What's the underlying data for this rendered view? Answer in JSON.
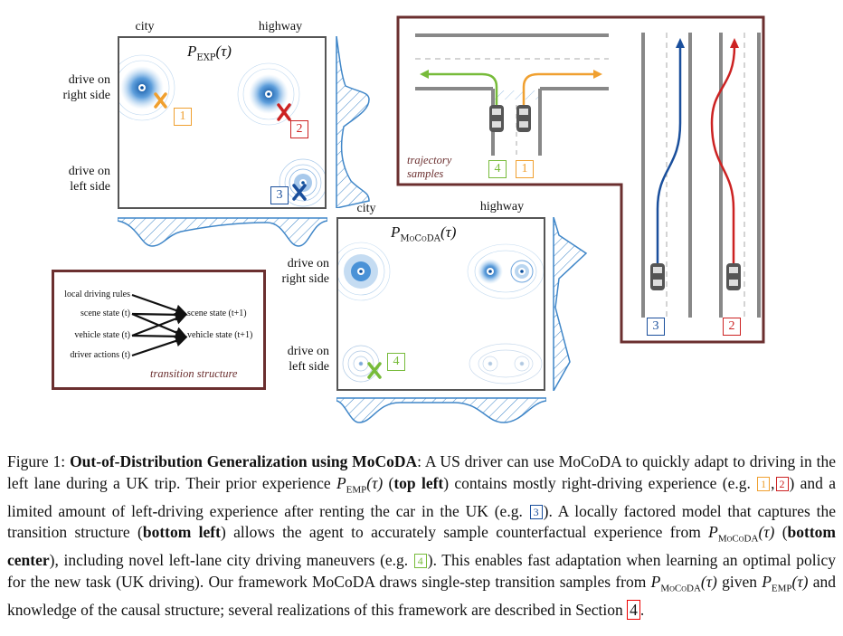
{
  "top_left": {
    "col_labels": [
      "city",
      "highway"
    ],
    "row_labels": [
      "drive on\nright side",
      "drive on\nleft side"
    ],
    "title_sym": "P",
    "title_sub": "EXP",
    "title_arg": "(τ)",
    "markers": [
      "1",
      "2",
      "3"
    ]
  },
  "bottom_center": {
    "col_labels": [
      "city",
      "highway"
    ],
    "row_labels": [
      "drive on\nright side",
      "drive on\nleft side"
    ],
    "title_sym": "P",
    "title_sub": "MoCoDA",
    "title_arg": "(τ)",
    "markers": [
      "4"
    ]
  },
  "transition": {
    "inputs": [
      "local driving rules",
      "scene state (t)",
      "vehicle state (t)",
      "driver actions (t)"
    ],
    "outputs": [
      "scene state (t+1)",
      "vehicle state (t+1)"
    ],
    "title": "transition structure"
  },
  "trajectory": {
    "title": "trajectory\nsamples",
    "labels": [
      "4",
      "1",
      "3",
      "2"
    ]
  },
  "colors": {
    "orange": "#f0a030",
    "red": "#cc2222",
    "blue": "#1a4f9c",
    "green": "#77bb3a",
    "maroon": "#6b2f2f",
    "density": "#1a6fbf"
  },
  "caption": {
    "fig_label": "Figure 1:",
    "title": "Out-of-Distribution Generalization using MoCoDA",
    "s1": ": A US driver can use MoCoDA to quickly adapt to driving in the left lane during a UK trip. Their prior experience ",
    "p_emp": "P",
    "p_emp_sub": "EMP",
    "tau": "(τ)",
    "top_left": "top left",
    "s2": ") contains mostly right-driving experience (e.g. ",
    "b1": "1",
    "b2": "2",
    "s3": ") and a limited amount of left-driving experience after renting the car in the UK (e.g. ",
    "b3": "3",
    "s4": "). A locally factored model that captures the transition structure (",
    "bottom_left": "bottom left",
    "s5": ") allows the agent to accurately sample counterfactual experience from ",
    "p_moc": "P",
    "p_moc_sub": "MoCoDA",
    "bottom_center": "bottom center",
    "s6": "), including novel left-lane city driving maneuvers (e.g. ",
    "b4": "4",
    "s7": "). This enables fast adaptation when learning an optimal policy for the new task (UK driving). Our framework MoCoDA draws single-step transition samples from ",
    "s8": " given ",
    "s9": " and knowledge of the causal structure; several realizations of this framework are described in Section ",
    "section": "4",
    "s10": "."
  }
}
